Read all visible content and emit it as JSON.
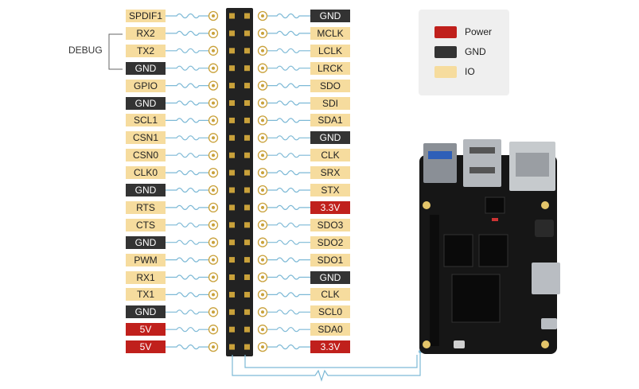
{
  "debug_label": "DEBUG",
  "left_pins": [
    {
      "label": "SPDIF1",
      "kind": "io"
    },
    {
      "label": "RX2",
      "kind": "io"
    },
    {
      "label": "TX2",
      "kind": "io"
    },
    {
      "label": "GND",
      "kind": "gnd"
    },
    {
      "label": "GPIO",
      "kind": "io"
    },
    {
      "label": "GND",
      "kind": "gnd"
    },
    {
      "label": "SCL1",
      "kind": "io"
    },
    {
      "label": "CSN1",
      "kind": "io"
    },
    {
      "label": "CSN0",
      "kind": "io"
    },
    {
      "label": "CLK0",
      "kind": "io"
    },
    {
      "label": "GND",
      "kind": "gnd"
    },
    {
      "label": "RTS",
      "kind": "io"
    },
    {
      "label": "CTS",
      "kind": "io"
    },
    {
      "label": "GND",
      "kind": "gnd"
    },
    {
      "label": "PWM",
      "kind": "io"
    },
    {
      "label": "RX1",
      "kind": "io"
    },
    {
      "label": "TX1",
      "kind": "io"
    },
    {
      "label": "GND",
      "kind": "gnd"
    },
    {
      "label": "5V",
      "kind": "power"
    },
    {
      "label": "5V",
      "kind": "power"
    }
  ],
  "right_pins": [
    {
      "label": "GND",
      "kind": "gnd"
    },
    {
      "label": "MCLK",
      "kind": "io"
    },
    {
      "label": "LCLK",
      "kind": "io"
    },
    {
      "label": "LRCK",
      "kind": "io"
    },
    {
      "label": "SDO",
      "kind": "io"
    },
    {
      "label": "SDI",
      "kind": "io"
    },
    {
      "label": "SDA1",
      "kind": "io"
    },
    {
      "label": "GND",
      "kind": "gnd"
    },
    {
      "label": "CLK",
      "kind": "io"
    },
    {
      "label": "SRX",
      "kind": "io"
    },
    {
      "label": "STX",
      "kind": "io"
    },
    {
      "label": "3.3V",
      "kind": "power"
    },
    {
      "label": "SDO3",
      "kind": "io"
    },
    {
      "label": "SDO2",
      "kind": "io"
    },
    {
      "label": "SDO1",
      "kind": "io"
    },
    {
      "label": "GND",
      "kind": "gnd"
    },
    {
      "label": "CLK",
      "kind": "io"
    },
    {
      "label": "SCL0",
      "kind": "io"
    },
    {
      "label": "SDA0",
      "kind": "io"
    },
    {
      "label": "3.3V",
      "kind": "power"
    }
  ],
  "legend": [
    {
      "label": "Power",
      "color": "#c0201c"
    },
    {
      "label": "GND",
      "color": "#333333"
    },
    {
      "label": "IO",
      "color": "#f6dc9e"
    }
  ],
  "colors": {
    "io": "#f6dc9e",
    "gnd": "#333333",
    "power": "#c0201c",
    "wire": "#7db9d6",
    "header": "#222222",
    "pin": "#c9a13a",
    "board": "#1a1a1a"
  }
}
